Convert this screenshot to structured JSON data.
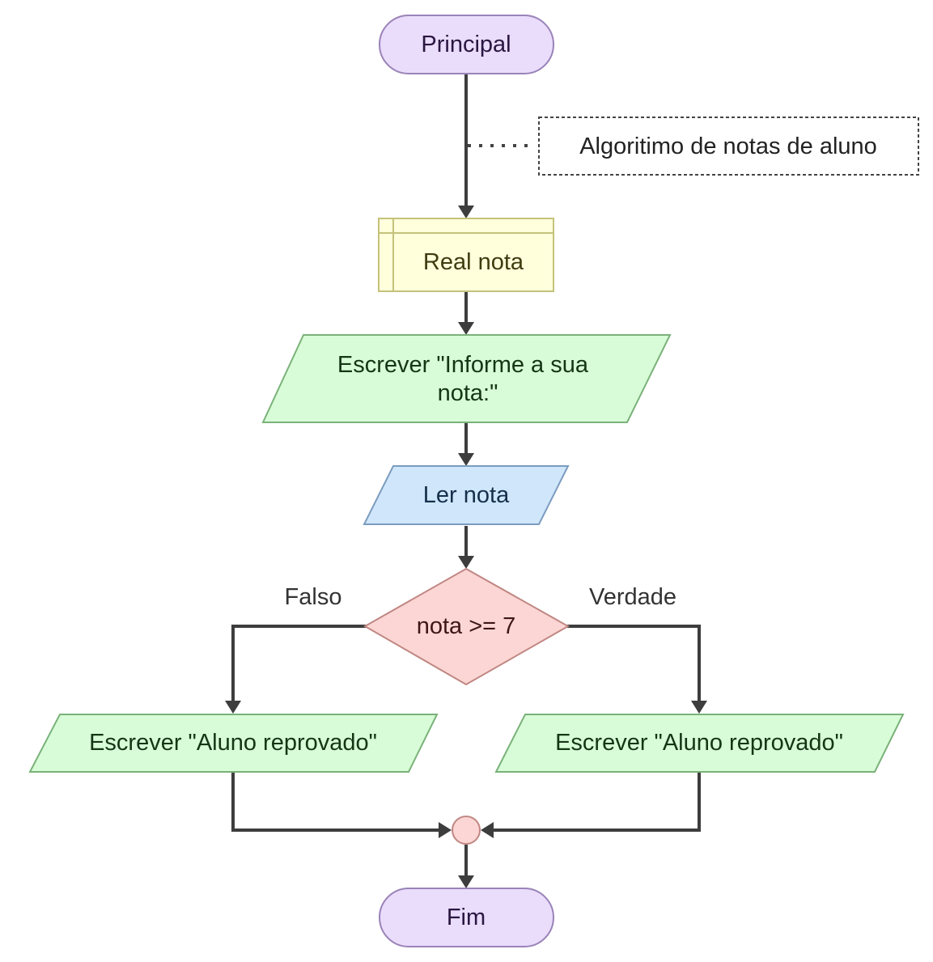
{
  "nodes": {
    "start": {
      "label": "Principal",
      "fill": "#eadcfb",
      "stroke": "#9a83b8",
      "text_color": "#2a1640"
    },
    "comment": {
      "label": "Algoritimo de notas de aluno",
      "fill": "#ffffff",
      "stroke": "#444444",
      "text_color": "#222222"
    },
    "declare": {
      "label": "Real nota",
      "fill": "#ffffdc",
      "stroke": "#c4c27a",
      "text_color": "#3f3b10"
    },
    "output_prompt": {
      "lines": [
        "Escrever \"Informe a sua",
        "nota:\""
      ],
      "fill": "#d8fcd8",
      "stroke": "#7ab27a",
      "text_color": "#143614"
    },
    "input": {
      "label": "Ler nota",
      "fill": "#d0e6fb",
      "stroke": "#7c9cbf",
      "text_color": "#16304a"
    },
    "decision": {
      "label": "nota >= 7",
      "fill": "#fbd6d4",
      "stroke": "#c08783",
      "text_color": "#3f1614"
    },
    "output_false": {
      "label": "Escrever \"Aluno reprovado\"",
      "fill": "#d8fcd8",
      "stroke": "#7ab27a",
      "text_color": "#143614"
    },
    "output_true": {
      "label": "Escrever \"Aluno reprovado\"",
      "fill": "#d8fcd8",
      "stroke": "#7ab27a",
      "text_color": "#143614"
    },
    "merge": {
      "fill": "#fbd6d4",
      "stroke": "#c08783"
    },
    "end": {
      "label": "Fim",
      "fill": "#eadcfb",
      "stroke": "#9a83b8",
      "text_color": "#2a1640"
    }
  },
  "edge_labels": {
    "false_branch": "Falso",
    "true_branch": "Verdade"
  },
  "edge_color": "#3d3d3d"
}
